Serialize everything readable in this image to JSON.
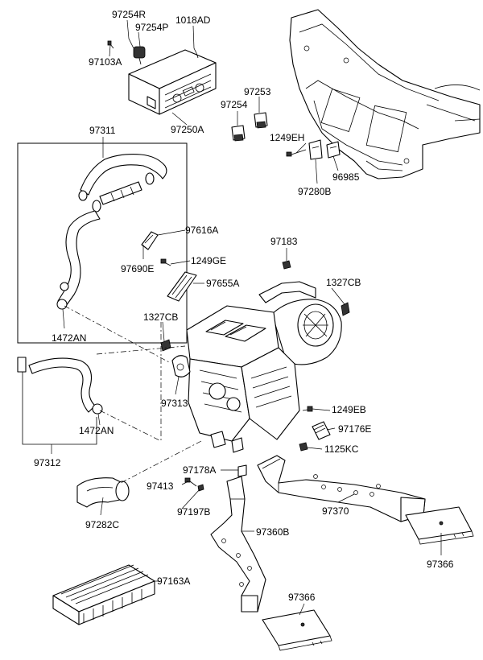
{
  "labels": {
    "p97254R": "97254R",
    "p97254P": "97254P",
    "p1018AD": "1018AD",
    "p97103A": "97103A",
    "p97250A": "97250A",
    "p97253": "97253",
    "p97254": "97254",
    "p1249EH": "1249EH",
    "p96985": "96985",
    "p97280B": "97280B",
    "p97311": "97311",
    "p97616A": "97616A",
    "p97690E": "97690E",
    "p1249GE": "1249GE",
    "p97655A": "97655A",
    "p97183": "97183",
    "p1327CB_a": "1327CB",
    "p1327CB_b": "1327CB",
    "p1472AN_a": "1472AN",
    "p1472AN_b": "1472AN",
    "p97313": "97313",
    "p1249EB": "1249EB",
    "p97176E": "97176E",
    "p1125KC": "1125KC",
    "p97312": "97312",
    "p97178A": "97178A",
    "p97413": "97413",
    "p97197B": "97197B",
    "p97370": "97370",
    "p97282C": "97282C",
    "p97360B": "97360B",
    "p97366_a": "97366",
    "p97366_b": "97366",
    "p97163A": "97163A"
  }
}
